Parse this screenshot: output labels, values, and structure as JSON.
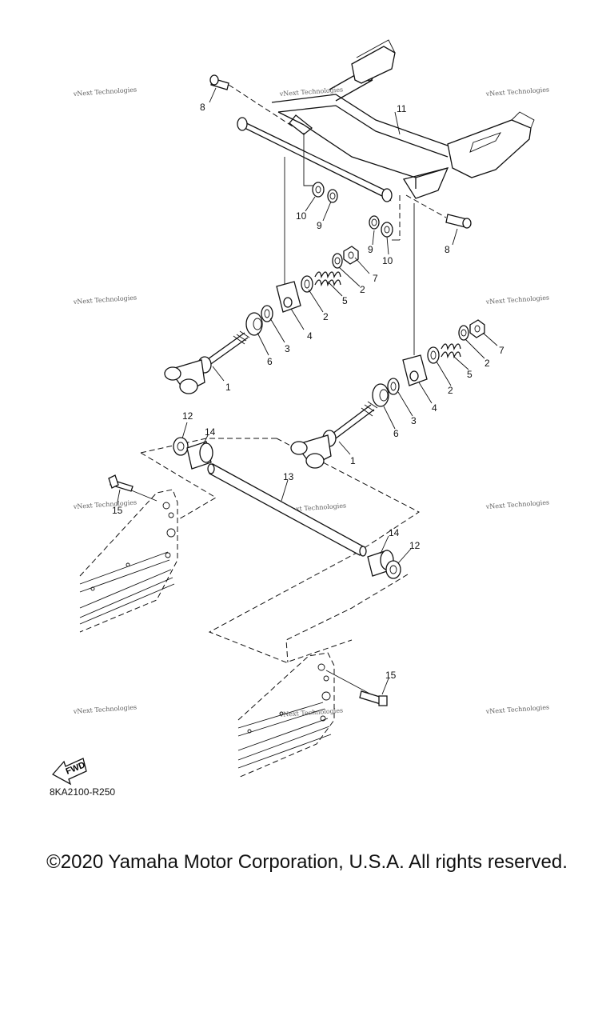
{
  "diagram_code": "8KA2100-R250",
  "fwd_label": "FWD",
  "watermark": "vNext Technologies",
  "copyright": "©2020 Yamaha Motor Corporation, U.S.A. All rights reserved.",
  "callouts": {
    "c8a": "8",
    "c8b": "8",
    "c11": "11",
    "c10a": "10",
    "c9a": "9",
    "c9b": "9",
    "c10b": "10",
    "c7a": "7",
    "c2a": "2",
    "c5a": "5",
    "c2b": "2",
    "c4a": "4",
    "c3a": "3",
    "c6a": "6",
    "c1a": "1",
    "c7b": "7",
    "c2c": "2",
    "c5b": "5",
    "c2d": "2",
    "c4b": "4",
    "c3b": "3",
    "c6b": "6",
    "c1b": "1",
    "c12a": "12",
    "c14a": "14",
    "c13": "13",
    "c15a": "15",
    "c14b": "14",
    "c12b": "12",
    "c15b": "15"
  }
}
